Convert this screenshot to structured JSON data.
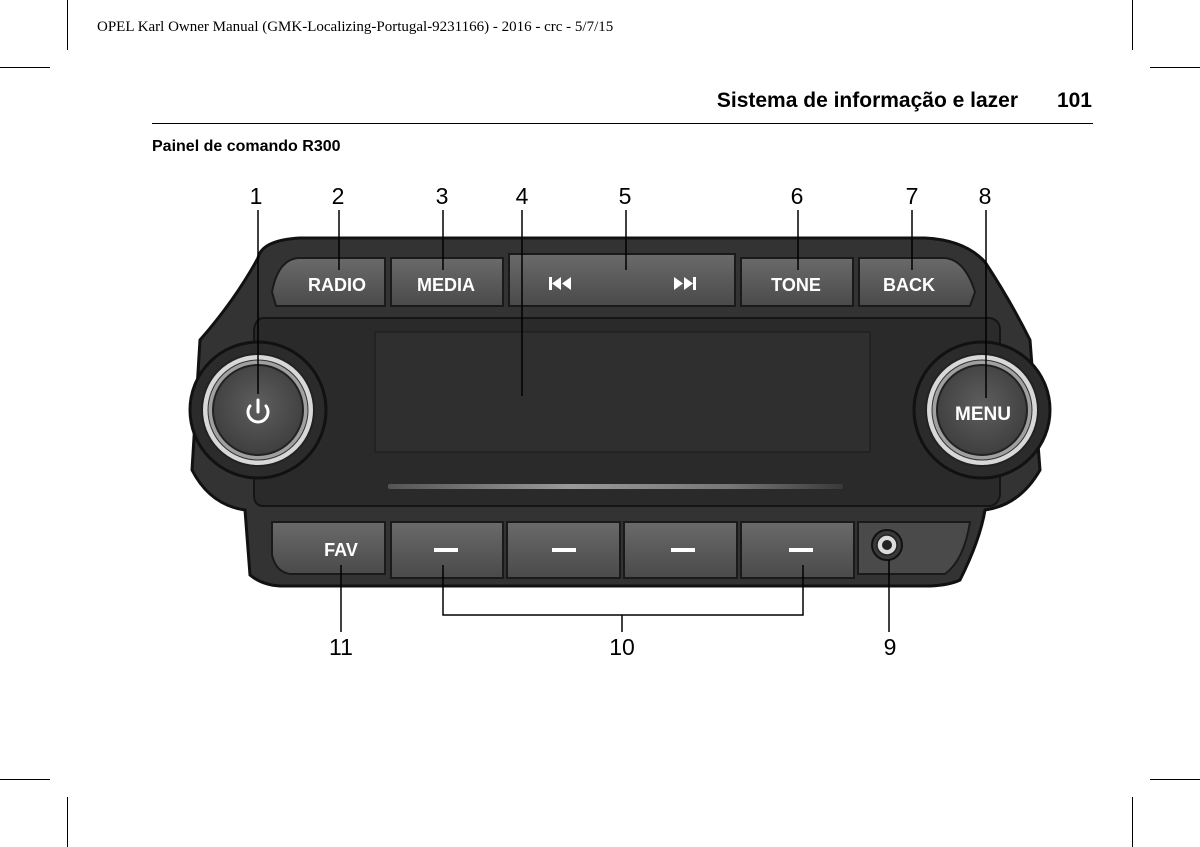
{
  "document": {
    "running_header": "OPEL Karl Owner Manual (GMK-Localizing-Portugal-9231166) - 2016 - crc - 5/7/15",
    "section_title": "Sistema de informação e lazer",
    "page_number": "101",
    "panel_heading": "Painel de comando R300"
  },
  "figure": {
    "callouts": [
      "1",
      "2",
      "3",
      "4",
      "5",
      "6",
      "7",
      "8",
      "9",
      "10",
      "11"
    ],
    "top_buttons": {
      "radio": "RADIO",
      "media": "MEDIA",
      "prev_icon": "previous-track-icon",
      "next_icon": "next-track-icon",
      "tone": "TONE",
      "back": "BACK"
    },
    "knobs": {
      "left_icon": "power-icon",
      "right_label": "MENU"
    },
    "bottom_buttons": {
      "fav": "FAV",
      "preset_icon": "dash-icon",
      "jack_icon": "aux-jack-icon"
    },
    "colors": {
      "panel_body": "#3a3a3a",
      "button_face": "#565656",
      "display": "#2d2d2d",
      "label": "#ffffff"
    }
  }
}
